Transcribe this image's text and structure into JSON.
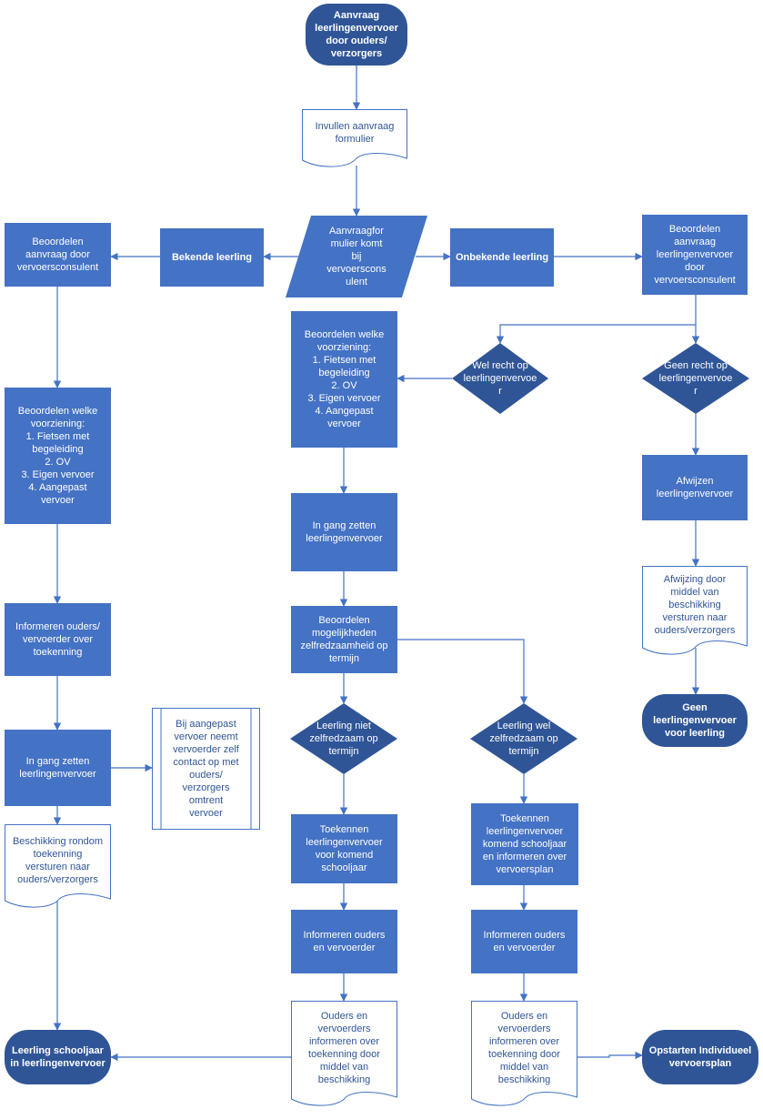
{
  "nodes": {
    "start": {
      "lines": [
        "Aanvraag",
        "leerlingenvervoer",
        "door ouders/",
        "verzorgers"
      ]
    },
    "form": {
      "lines": [
        "Invullen aanvraag",
        "formulier"
      ]
    },
    "received": {
      "lines": [
        "Aanvraagfor",
        "mulier komt",
        "bij",
        "vervoerscons",
        "ulent"
      ]
    },
    "known": {
      "lines": [
        "Bekende leerling"
      ]
    },
    "unknown": {
      "lines": [
        "Onbekende leerling"
      ]
    },
    "assess_left": {
      "lines": [
        "Beoordelen",
        "aanvraag door",
        "vervoersconsulent"
      ]
    },
    "assess_right": {
      "lines": [
        "Beoordelen",
        "aanvraag",
        "leerlingenvervoer",
        "door",
        "vervoersconsulent"
      ]
    },
    "provision_left": {
      "lines": [
        "Beoordelen welke",
        "voorziening:",
        "1. Fietsen met",
        "begeleiding",
        "2. OV",
        "3. Eigen vervoer",
        "4. Aangepast",
        "vervoer"
      ]
    },
    "provision_mid": {
      "lines": [
        "Beoordelen welke",
        "voorziening:",
        "1. Fietsen met",
        "begeleiding",
        "2. OV",
        "3. Eigen vervoer",
        "4. Aangepast",
        "vervoer"
      ]
    },
    "entitled": {
      "lines": [
        "Wel recht op",
        "leerlingenvervoe",
        "r"
      ]
    },
    "not_entitled": {
      "lines": [
        "Geen recht op",
        "leerlingenvervoe",
        "r"
      ]
    },
    "reject": {
      "lines": [
        "Afwijzen",
        "leerlingenvervoer"
      ]
    },
    "reject_doc": {
      "lines": [
        "Afwijzing door",
        "middel van",
        "beschikking",
        "versturen naar",
        "ouders/verzorgers"
      ]
    },
    "no_transport": {
      "lines": [
        "Geen",
        "leerlingenvervoer",
        "voor leerling"
      ]
    },
    "inform_left": {
      "lines": [
        "Informeren ouders/",
        "vervoerder over",
        "toekenning"
      ]
    },
    "start_left": {
      "lines": [
        "In gang zetten",
        "leerlingenvervoer"
      ]
    },
    "note_adapted": {
      "lines": [
        "Bij aangepast",
        "vervoer neemt",
        "vervoerder zelf",
        "contact op met",
        "ouders/",
        "verzorgers",
        "omtrent",
        "vervoer"
      ]
    },
    "decision_doc_left": {
      "lines": [
        "Beschikking rondom",
        "toekenning",
        "versturen naar",
        "ouders/verzorgers"
      ]
    },
    "in_transport": {
      "lines": [
        "Leerling schooljaar",
        "in leerlingenvervoer"
      ]
    },
    "start_mid": {
      "lines": [
        "In gang zetten",
        "leerlingenvervoer"
      ]
    },
    "assess_selfreliance": {
      "lines": [
        "Beoordelen",
        "mogelijkheden",
        "zelfredzaamheid op",
        "termijn"
      ]
    },
    "not_selfreliant": {
      "lines": [
        "Leerling niet",
        "zelfredzaam op",
        "termijn"
      ]
    },
    "selfreliant": {
      "lines": [
        "Leerling wel",
        "zelfredzaam op",
        "termijn"
      ]
    },
    "grant_next_year": {
      "lines": [
        "Toekennen",
        "leerlingenvervoer",
        "voor komend",
        "schooljaar"
      ]
    },
    "grant_plan": {
      "lines": [
        "Toekennen",
        "leerlingenvervoer",
        "komend schooljaar",
        "en informeren over",
        "vervoersplan"
      ]
    },
    "inform_mid": {
      "lines": [
        "Informeren ouders",
        "en vervoerder"
      ]
    },
    "inform_right": {
      "lines": [
        "Informeren ouders",
        "en vervoerder"
      ]
    },
    "notify_doc_mid": {
      "lines": [
        "Ouders en",
        "vervoerders",
        "informeren over",
        "toekenning door",
        "middel van",
        "beschikking"
      ]
    },
    "notify_doc_right": {
      "lines": [
        "Ouders en",
        "vervoerders",
        "informeren over",
        "toekenning door",
        "middel van",
        "beschikking"
      ]
    },
    "individual_plan": {
      "lines": [
        "Opstarten Individueel",
        "vervoersplan"
      ]
    }
  },
  "colors": {
    "box_fill": "#4472c4",
    "terminal_fill": "#2f5597",
    "document_stroke": "#4472c4",
    "document_text": "#2f5597",
    "connector": "#4472c4"
  }
}
